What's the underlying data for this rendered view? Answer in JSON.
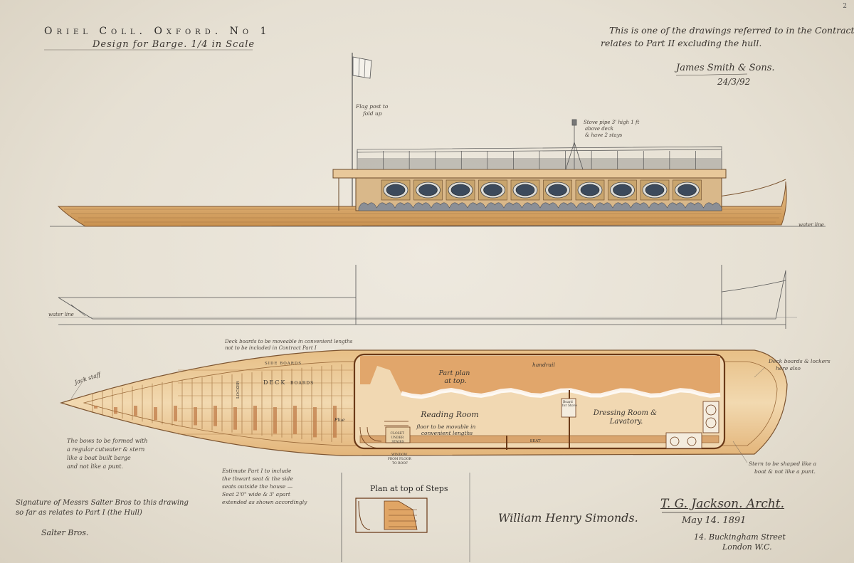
{
  "header": {
    "corner_number": "2",
    "title_line": "Oriel Coll. Oxford. No 1",
    "subtitle_line": "Design for Barge. 1/4 in Scale"
  },
  "statement": {
    "line1": "This is one of the drawings referred to in the Contract so far as",
    "line2": "relates to Part II excluding the hull.",
    "signatory": "James Smith & Sons.",
    "date": "24/3/92"
  },
  "annotations": {
    "flag_post": [
      "Flag post to",
      "fold up"
    ],
    "stove_pipe": [
      "Stove pipe 3' high 1 ft",
      "above deck",
      "& have 2 stays"
    ],
    "water_line_right": "water line",
    "water_line_left": "water line",
    "deck_boards_left": [
      "Deck boards to be moveable in convenient lengths",
      "not to be included in Contract Part I"
    ],
    "deck_boards_right": [
      "Deck boards & lockers",
      "here also"
    ],
    "jack_staff": "Jack staff",
    "bow_note": [
      "The bows to be formed with",
      "a regular cutwater & stern",
      "like a boat built barge",
      "and not like a punt."
    ],
    "estimate_note": [
      "Estimate Part I to include",
      "the thwart seat & the side",
      "seats outside the house —",
      "Seat 2'0\" wide & 3' apart",
      "extended as shown accordingly"
    ],
    "stern_note": [
      "Stern to be shaped like a",
      "boat & not like a punt."
    ],
    "part_plan": [
      "Part plan",
      "at top."
    ],
    "handrail": "handrail",
    "reading_room": "Reading Room",
    "reading_room_note": [
      "floor to be movable in",
      "convenient lengths"
    ],
    "dressing_room": [
      "Dressing Room &",
      "Lavatory."
    ],
    "seat_label": "SEAT",
    "closet_label": [
      "CLOSET",
      "UNDER",
      "STAIRS"
    ],
    "deck_label": "DECK",
    "deck_boards_label": "BOARDS",
    "locker_label": "LOCKER",
    "side_boards_label": "SIDE BOARDS",
    "window_label": [
      "WINDOW",
      "FROM FLOOR",
      "TO ROOF"
    ],
    "flue_label": "Flue",
    "board_label": [
      "Board",
      "for Stove"
    ]
  },
  "plan_at_top": {
    "label": "Plan at top of Steps"
  },
  "signatures": {
    "simonds": "William Henry Simonds.",
    "jackson": "T. G. Jackson. Archt.",
    "jackson_date": "May 14. 1891",
    "jackson_address": [
      "14. Buckingham Street",
      "London W.C."
    ],
    "salter_note": [
      "Signature of Messrs Salter Bros to this drawing",
      "so far as relates to Part I (the Hull)"
    ],
    "salter": "Salter Bros."
  },
  "colors": {
    "paper": "#e8e2d6",
    "hull_wood": "#e0b67c",
    "hull_dark": "#a9703c",
    "interior_orange": "#d99a5a",
    "roof_orange": "#e3a86a",
    "ink": "#3a3530",
    "porthole_blue": "#3c4a5c"
  }
}
